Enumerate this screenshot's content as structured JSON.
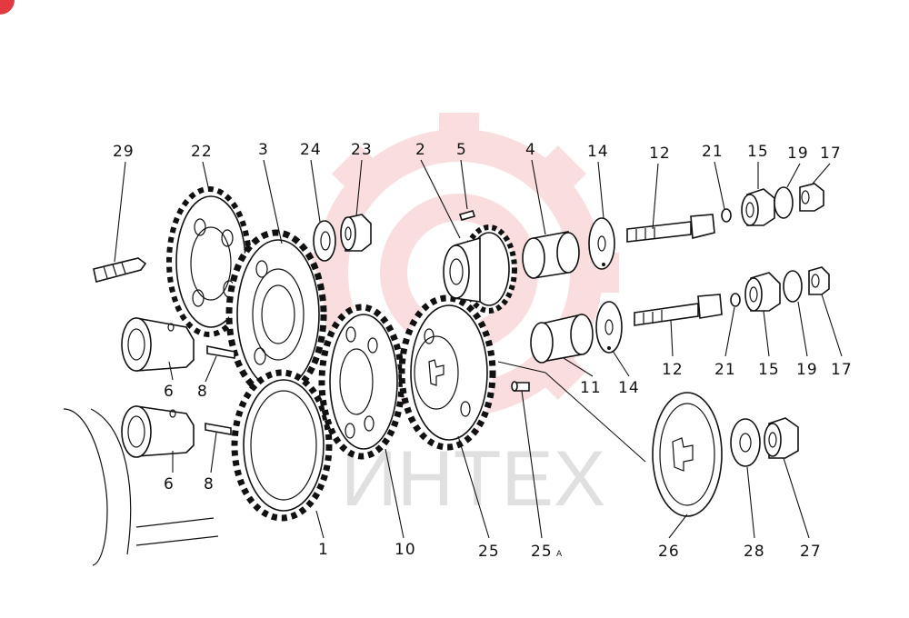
{
  "watermark": {
    "text": "ИНТЕХ",
    "color": "#e53940"
  },
  "labels": [
    {
      "id": "29",
      "text": "29"
    },
    {
      "id": "22",
      "text": "22"
    },
    {
      "id": "3",
      "text": "3"
    },
    {
      "id": "24",
      "text": "24"
    },
    {
      "id": "23",
      "text": "23"
    },
    {
      "id": "2",
      "text": "2"
    },
    {
      "id": "5",
      "text": "5"
    },
    {
      "id": "4",
      "text": "4"
    },
    {
      "id": "14a",
      "text": "14"
    },
    {
      "id": "12a",
      "text": "12"
    },
    {
      "id": "21a",
      "text": "21"
    },
    {
      "id": "15a",
      "text": "15"
    },
    {
      "id": "19a",
      "text": "19"
    },
    {
      "id": "17a",
      "text": "17"
    },
    {
      "id": "6a",
      "text": "6"
    },
    {
      "id": "8a",
      "text": "8"
    },
    {
      "id": "6b",
      "text": "6"
    },
    {
      "id": "8b",
      "text": "8"
    },
    {
      "id": "1",
      "text": "1"
    },
    {
      "id": "10",
      "text": "10"
    },
    {
      "id": "25",
      "text": "25"
    },
    {
      "id": "25A",
      "text": "25"
    },
    {
      "id": "26",
      "text": "26"
    },
    {
      "id": "28",
      "text": "28"
    },
    {
      "id": "27",
      "text": "27"
    },
    {
      "id": "11",
      "text": "11"
    },
    {
      "id": "14b",
      "text": "14"
    },
    {
      "id": "12b",
      "text": "12"
    },
    {
      "id": "21b",
      "text": "21"
    },
    {
      "id": "15b",
      "text": "15"
    },
    {
      "id": "19b",
      "text": "19"
    },
    {
      "id": "17b",
      "text": "17"
    }
  ],
  "label_25A_suffix": "A"
}
